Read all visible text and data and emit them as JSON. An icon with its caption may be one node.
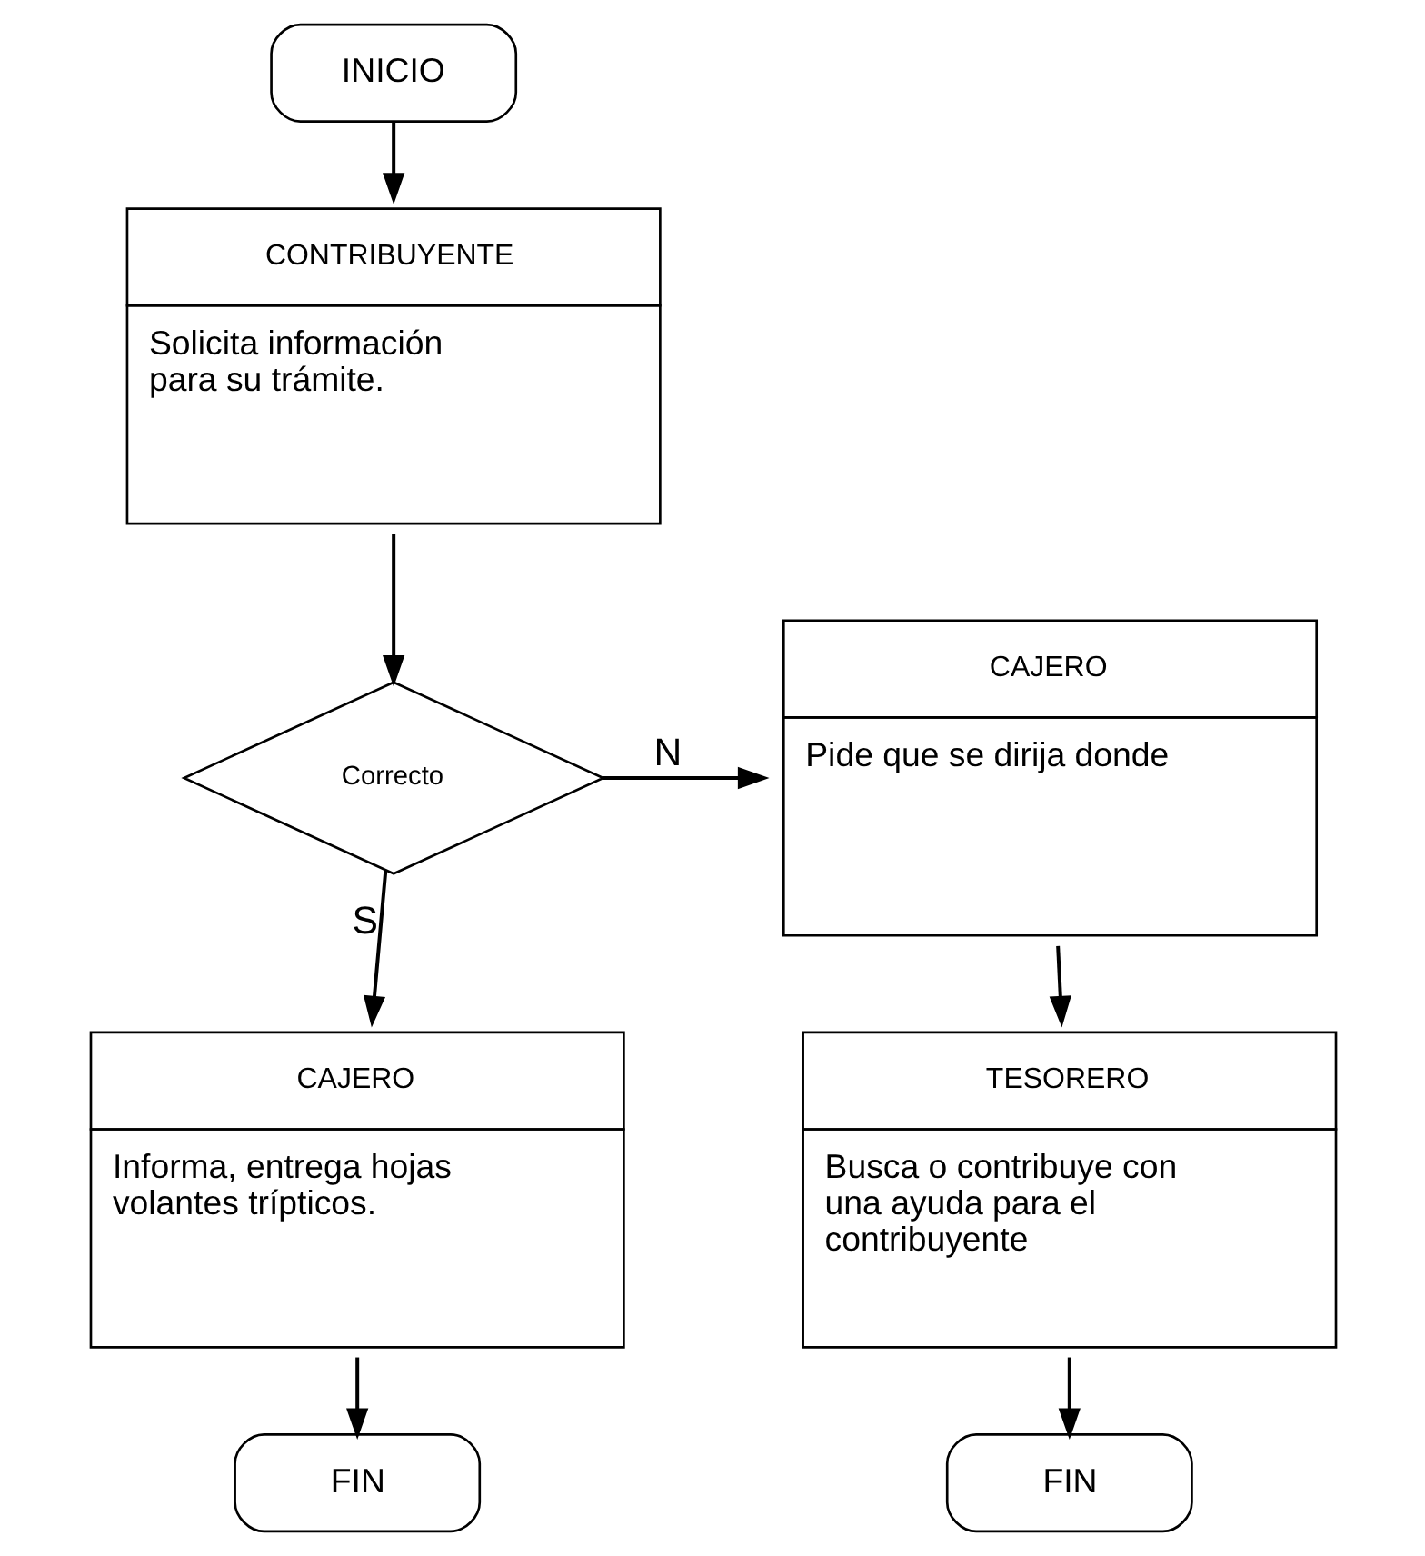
{
  "diagram": {
    "nodes": [
      {
        "text": [
          "INICIO"
        ]
      },
      {
        "text": [
          "CONTRIBUYENTE",
          "Solicita información para su trámite."
        ]
      },
      {
        "text": [
          "Correcto"
        ]
      },
      {
        "text": [
          "CAJERO",
          "Informa, entrega hojas volantes trípticos."
        ]
      },
      {
        "text": [
          "FIN"
        ]
      },
      {
        "text": [
          "CAJERO",
          "Pide que se dirija donde"
        ]
      },
      {
        "text": [
          "TESORERO",
          "Busca o contribuye con una ayuda para el contribuyente"
        ]
      },
      {
        "text": [
          "FIN"
        ]
      }
    ],
    "edges": [
      {
        "from": 0,
        "to": 1,
        "arrow": "to"
      },
      {
        "from": 1,
        "to": 2,
        "arrow": "to"
      },
      {
        "from": 2,
        "to": 3,
        "arrow": "to",
        "label": "S"
      },
      {
        "from": 2,
        "to": 5,
        "arrow": "to",
        "label": "N"
      },
      {
        "from": 3,
        "to": 4,
        "arrow": "to"
      },
      {
        "from": 5,
        "to": 6,
        "arrow": "to"
      },
      {
        "from": 6,
        "to": 7,
        "arrow": "to"
      }
    ]
  }
}
